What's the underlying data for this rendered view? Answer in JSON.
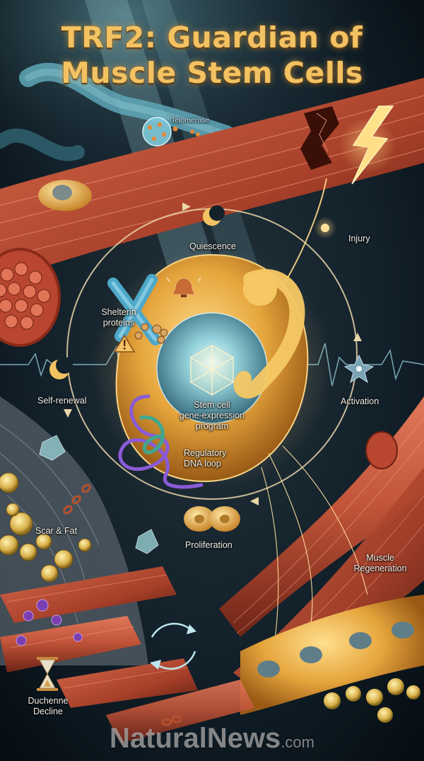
{
  "title": {
    "line1": "TRF2: Guardian of",
    "line2": "Muscle Stem Cells"
  },
  "labels": {
    "telomerase": "Telomerase",
    "quiescence": "Quiescence",
    "injury": "Injury",
    "shelterin_line1": "Shelterin",
    "shelterin_line2": "proteins",
    "program_line1": "Stem cell",
    "program_line2": "gene-expression",
    "program_line3": "program",
    "self_renewal": "Self-renewal",
    "activation": "Activation",
    "dna_loop_line1": "Regulatory",
    "dna_loop_line2": "DNA loop",
    "scar_fat": "Scar & Fat",
    "proliferation": "Proliferation",
    "regeneration_line1": "Muscle",
    "regeneration_line2": "Regeneration",
    "duchenne_line1": "Duchenne",
    "duchenne_line2": "Decline"
  },
  "watermark": {
    "brand": "NaturalNews",
    "suffix": ".com"
  },
  "colors": {
    "title_gold": "#f3c262",
    "muscle_red": "#c2553a",
    "cell_gold": "#e6a53c",
    "nucleus_blue": "#7fc4d8",
    "dna_purple": "#8a5bd6",
    "cycle_ring": "#e8d6a8",
    "background": "#0d1a22"
  },
  "icons": [
    "moon-icon",
    "alarm-bell-icon",
    "warning-icon",
    "lightning-bolt-icon",
    "hourglass-icon",
    "broken-chain-icon",
    "recycle-arrows-icon",
    "crystal-icon",
    "star-cell-icon",
    "dividing-cell-icon"
  ]
}
